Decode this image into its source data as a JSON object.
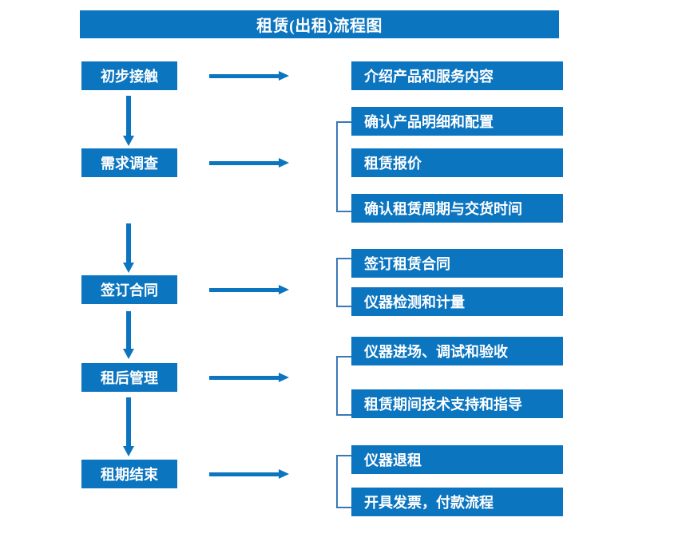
{
  "title": "租赁(出租)流程图",
  "colors": {
    "brand_blue": "#0C75C0",
    "bracket_blue": "#3A78B5",
    "text_on_blue": "#FFFFFF",
    "background": "#FFFFFF"
  },
  "stages": [
    {
      "label": "初步接触",
      "details": [
        "介绍产品和服务内容"
      ]
    },
    {
      "label": "需求调查",
      "details": [
        "确认产品明细和配置",
        "租赁报价",
        "确认租赁周期与交货时间"
      ]
    },
    {
      "label": "签订合同",
      "details": [
        "签订租赁合同",
        "仪器检测和计量"
      ]
    },
    {
      "label": "租后管理",
      "details": [
        "仪器进场、调试和验收",
        "租赁期间技术支持和指导"
      ]
    },
    {
      "label": "租期结束",
      "details": [
        "仪器退租",
        "开具发票，付款流程"
      ]
    }
  ],
  "flow_arrows": {
    "stage_to_detail": "arrow-right",
    "stage_to_stage": "arrow-down"
  }
}
